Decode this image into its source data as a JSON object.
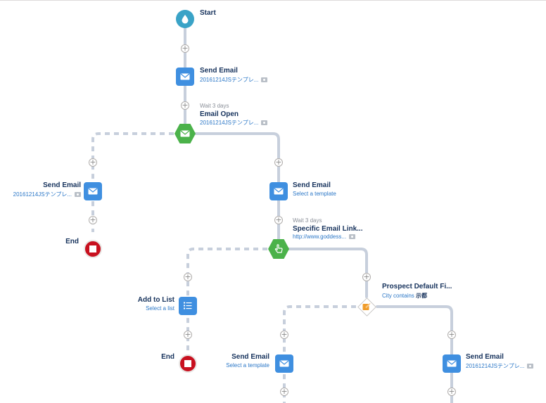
{
  "colors": {
    "accent": "#3f8fe0",
    "start": "#3aa3c7",
    "end": "#c8101f",
    "trigger": "#4bb24a",
    "rule": "#f09c2a",
    "link": "#2b77c7"
  },
  "start": {
    "label": "Start",
    "icon": "drop-icon"
  },
  "send1": {
    "title": "Send Email",
    "sub": "20161214JSテンプレ..."
  },
  "trigger1": {
    "wait": "Wait 3 days",
    "title": "Email Open",
    "sub": "20161214JSテンプレ..."
  },
  "left_send": {
    "title": "Send Email",
    "sub": "20161214JSテンプレ..."
  },
  "end1": {
    "label": "End"
  },
  "right_send": {
    "title": "Send Email",
    "sub": "Select a template"
  },
  "trigger2": {
    "wait": "Wait 3 days",
    "title": "Specific Email Link...",
    "sub": "http://www.goddess..."
  },
  "add_list": {
    "title": "Add to List",
    "sub": "Select a list"
  },
  "end2": {
    "label": "End"
  },
  "rule": {
    "title": "Prospect Default Fi...",
    "sub_prefix": "City contains",
    "sub_value": "示都"
  },
  "rule_left_send": {
    "title": "Send Email",
    "sub": "Select a template"
  },
  "rule_right_send": {
    "title": "Send Email",
    "sub": "20161214JSテンプレ..."
  }
}
